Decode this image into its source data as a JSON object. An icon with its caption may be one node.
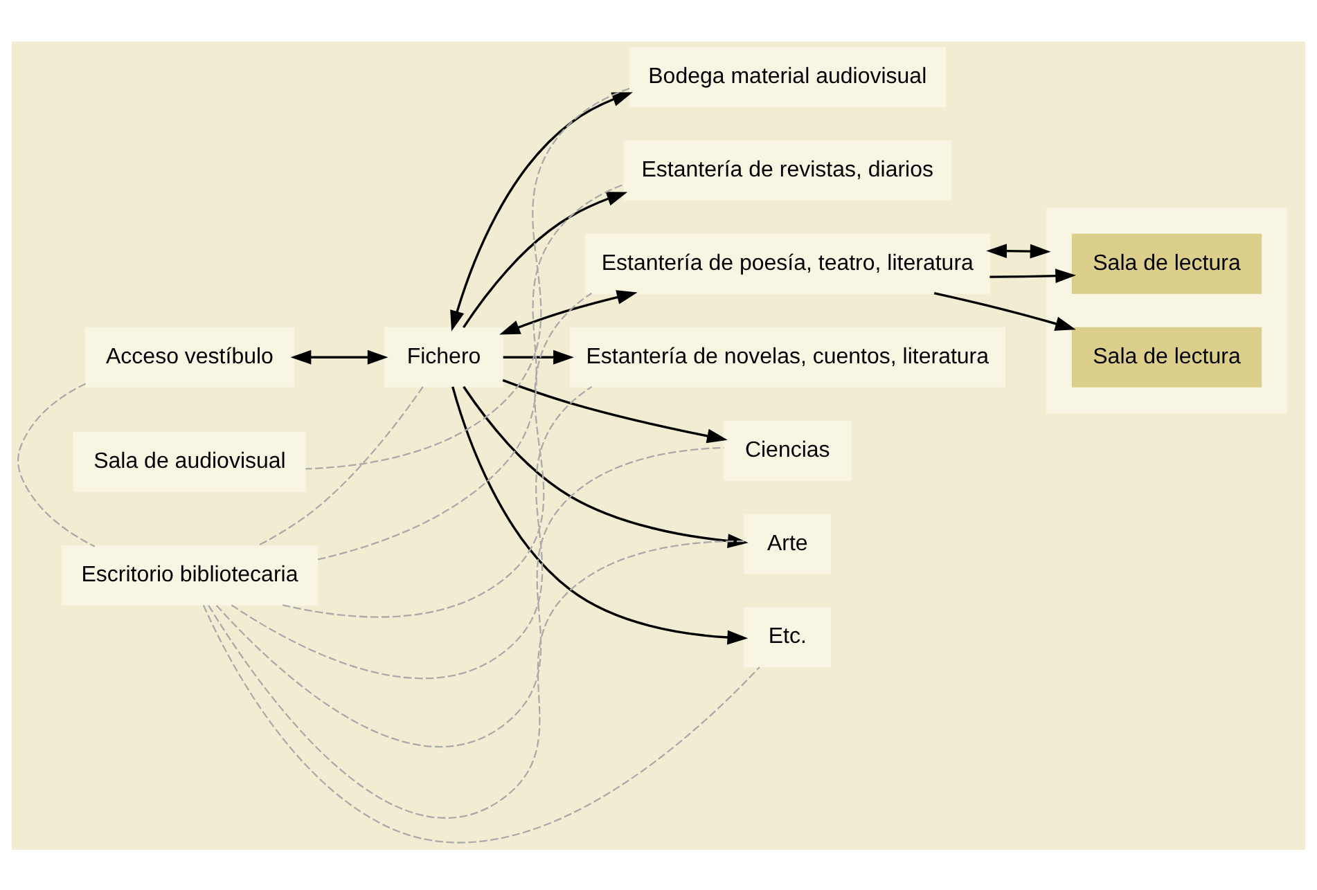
{
  "diagram": {
    "nodes": [
      {
        "text": [
          "Acceso vestíbulo"
        ]
      },
      {
        "text": [
          "Fichero"
        ]
      },
      {
        "text": [
          "Escritorio bibliotecaria"
        ]
      },
      {
        "text": [
          "Bodega material audiovisual"
        ]
      },
      {
        "text": [
          "Sala de audiovisual"
        ]
      },
      {
        "text": [
          "Estantería de revistas, diarios"
        ]
      },
      {
        "text": [
          "Estantería de poesía, teatro, literatura"
        ]
      },
      {
        "text": [
          "Estantería de novelas, cuentos, literatura"
        ]
      },
      {
        "text": [
          "Ciencias"
        ]
      },
      {
        "text": [
          "Arte"
        ]
      },
      {
        "text": [
          "Etc."
        ]
      },
      {
        "text": [],
        "shape": "box"
      },
      {
        "text": [
          "Sala de lectura"
        ],
        "in": 11
      },
      {
        "text": [
          "Sala de lectura"
        ],
        "in": 11
      }
    ],
    "edges": [
      {
        "from": 0,
        "to": 1,
        "arrow": "both"
      },
      {
        "from": 1,
        "to": 3,
        "arrow": "both"
      },
      {
        "from": 1,
        "to": 5,
        "arrow": "to"
      },
      {
        "from": 1,
        "to": 6,
        "arrow": "both"
      },
      {
        "from": 1,
        "to": 7,
        "arrow": "to"
      },
      {
        "from": 1,
        "to": 8,
        "arrow": "to"
      },
      {
        "from": 1,
        "to": 9,
        "arrow": "to"
      },
      {
        "from": 1,
        "to": 10,
        "arrow": "to"
      },
      {
        "from": 6,
        "to": 12,
        "arrow": "to"
      },
      {
        "from": 6,
        "to": 11,
        "arrow": "both"
      },
      {
        "from": 6,
        "to": 13,
        "arrow": "to"
      },
      {
        "from": 0,
        "to": 2,
        "arrow": "none",
        "style": "dashed",
        "color": "#aaaaaa"
      },
      {
        "from": 1,
        "to": 2,
        "arrow": "none",
        "style": "dashed",
        "color": "#aaaaaa"
      },
      {
        "from": 2,
        "to": 5,
        "arrow": "none",
        "style": "dashed",
        "color": "#aaaaaa"
      },
      {
        "from": 2,
        "to": 6,
        "arrow": "none",
        "style": "dashed",
        "color": "#aaaaaa"
      },
      {
        "from": 2,
        "to": 7,
        "arrow": "none",
        "style": "dashed",
        "color": "#aaaaaa"
      },
      {
        "from": 2,
        "to": 8,
        "arrow": "none",
        "style": "dashed",
        "color": "#aaaaaa"
      },
      {
        "from": 2,
        "to": 9,
        "arrow": "none",
        "style": "dashed",
        "color": "#aaaaaa"
      },
      {
        "from": 2,
        "to": 10,
        "arrow": "none",
        "style": "dashed",
        "color": "#aaaaaa"
      },
      {
        "from": 3,
        "to": 4,
        "arrow": "none",
        "style": "dashed",
        "color": "#aaaaaa"
      }
    ]
  }
}
